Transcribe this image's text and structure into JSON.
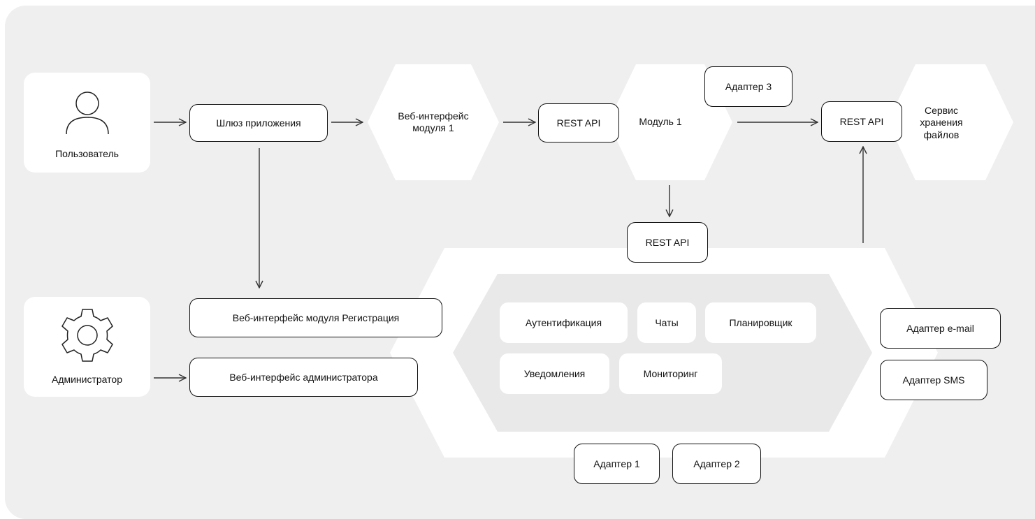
{
  "actors": {
    "user": {
      "label": "Пользователь",
      "icon": "user-icon"
    },
    "admin": {
      "label": "Администратор",
      "icon": "gear-icon"
    }
  },
  "nodes": {
    "gateway": "Шлюз приложения",
    "web_module1": "Веб-интерфейс модуля 1",
    "rest_api_1": "REST API",
    "module1": "Модуль 1",
    "adapter3": "Адаптер 3",
    "rest_api_storage": "REST API",
    "storage": "Сервис хранения файлов",
    "web_registration": "Веб-интерфейс модуля Регистрация",
    "web_admin": "Веб-интерфейс администратора",
    "rest_api_core": "REST API",
    "adapter1": "Адаптер 1",
    "adapter2": "Адаптер 2",
    "adapter_email": "Адаптер e-mail",
    "adapter_sms": "Адаптер SMS"
  },
  "core_services": [
    "Аутентификация",
    "Чаты",
    "Планировщик",
    "Уведомления",
    "Мониторинг"
  ],
  "colors": {
    "background": "#efefef",
    "stroke": "#111111",
    "inner_hex": "#e9e9e9",
    "card": "#ffffff"
  }
}
